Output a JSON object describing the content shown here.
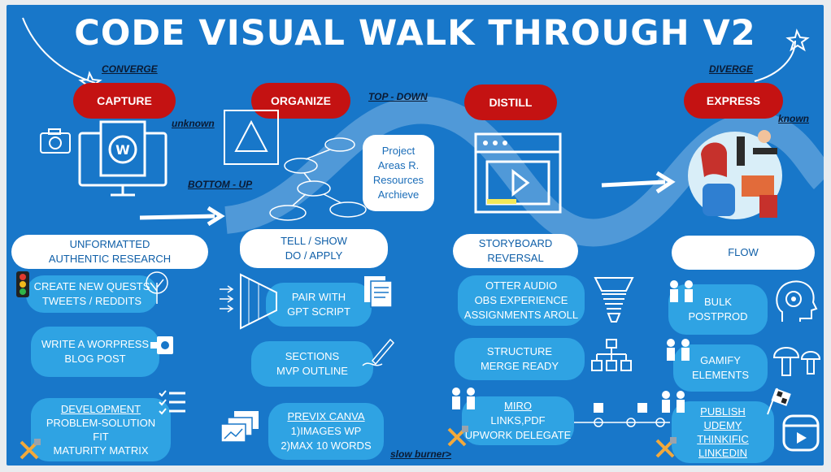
{
  "title": "CODE VISUAL WALK THROUGH V2",
  "labels": {
    "converge": "CONVERGE",
    "diverge": "DIVERGE",
    "top_down": "TOP - DOWN",
    "bottom_up": "BOTTOM - UP",
    "unknown": "unknown",
    "known": "known",
    "slow_burner": "slow burner>"
  },
  "phases": [
    "CAPTURE",
    "ORGANIZE",
    "DISTILL",
    "EXPRESS"
  ],
  "para": [
    "Project",
    "Areas R.",
    "Resources",
    "Archieve"
  ],
  "capture": {
    "header": [
      "UNFORMATTED",
      "AUTHENTIC RESEARCH"
    ],
    "item1": [
      "CREATE NEW QUESTS",
      "TWEETS / REDDITS"
    ],
    "item2": [
      "WRITE A  WORPRESS",
      "BLOG POST"
    ],
    "item3": [
      "DEVELOPMENT",
      "PROBLEM-SOLUTION",
      "FIT",
      "MATURITY MATRIX"
    ]
  },
  "organize": {
    "header": [
      "TELL / SHOW",
      "DO / APPLY"
    ],
    "item1": [
      "PAIR WITH",
      "GPT SCRIPT"
    ],
    "item2": [
      "SECTIONS",
      "MVP OUTLINE"
    ],
    "item3": [
      "PREVIX CANVA",
      "1)IMAGES WP",
      "2)MAX 10 WORDS"
    ]
  },
  "distill": {
    "header": [
      "STORYBOARD",
      "REVERSAL"
    ],
    "item1": [
      "OTTER AUDIO",
      "OBS EXPERIENCE",
      "ASSIGNMENTS AROLL"
    ],
    "item2": [
      "STRUCTURE",
      "MERGE READY"
    ],
    "item3": [
      "MIRO",
      "LINKS,PDF",
      "UPWORK DELEGATE"
    ]
  },
  "express": {
    "header": "FLOW",
    "item1": [
      "BULK",
      "POSTPROD"
    ],
    "item2": [
      "GAMIFY",
      "ELEMENTS"
    ],
    "item3": [
      "PUBLISH",
      "UDEMY",
      "THINKIFIC",
      "LINKEDIN"
    ]
  },
  "colors": {
    "background": "#1877c9",
    "phase_red": "#c41212",
    "box_blue": "#2fa3e3",
    "pill_white": "#ffffff"
  }
}
